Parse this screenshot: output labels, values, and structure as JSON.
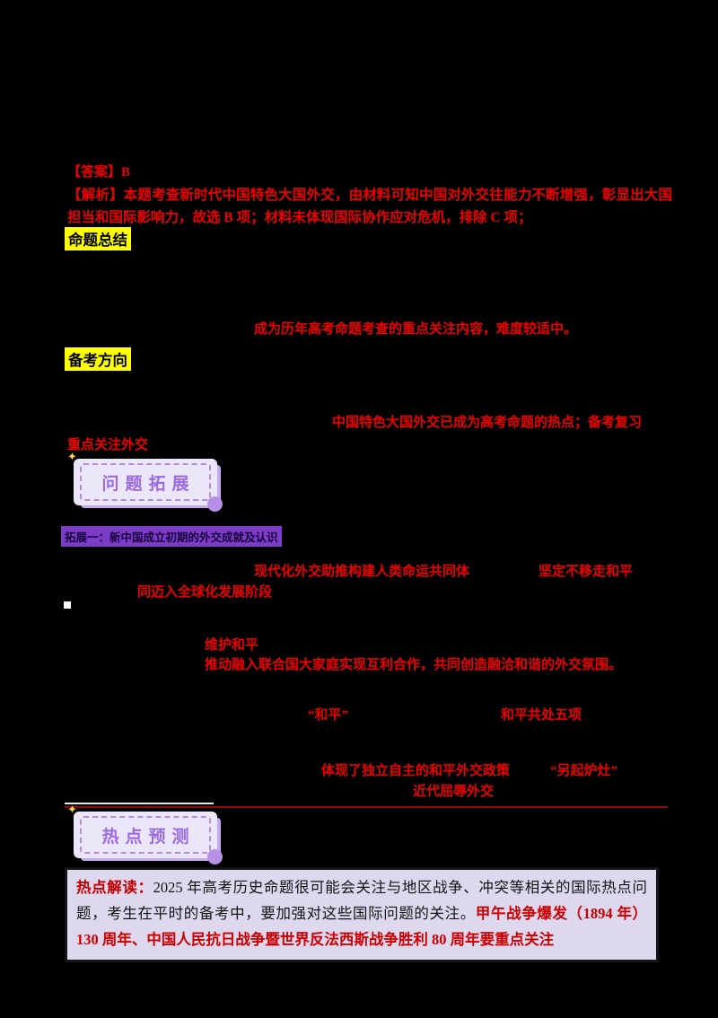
{
  "colors": {
    "page_bg": "#000000",
    "accent_red": "#ee0000",
    "dark_red": "#c00000",
    "highlight_yellow": "#ffff00",
    "badge_purple": "#9b6ce0",
    "purple_bar_bg": "#7d3cc8",
    "hotspot_box_bg": "#ded8ef"
  },
  "answer": {
    "text": "【答案】B"
  },
  "analysis": {
    "text": "【解析】本题考查新时代中国特色大国外交，由材料可知中国对外交往能力不断增强，彰显出大国担当和国际影响力，故选 B 项；材料未体现国际协作应对危机，排除 C 项；"
  },
  "section_labels": {
    "summary": "命题总结",
    "direction": "备考方向"
  },
  "summary": {
    "highlight": "成为历年高考命题考查的重点关注内容，难度较适中。"
  },
  "direction": {
    "highlight1": "中国特色大国外交已成为高考命题的热点；备考复习",
    "highlight2": "重点关注外交"
  },
  "badges": {
    "expand": "问题拓展",
    "predict": "热点预测"
  },
  "expand": {
    "heading": "拓展一：新中国成立初期的外交成就及认识",
    "fragments": {
      "f1": "现代化外交助推构建人类命运共同体",
      "f2": "坚定不移走和平",
      "f3": "同迈入全球化发展阶段",
      "f4": "维护和平",
      "f5": "推动融入联合国大家庭实现互利合作，共同创造融洽和谐的外交氛围。",
      "f6": "“和平”",
      "f7": "和平共处五项",
      "f8": "体现了独立自主的和平外交政策",
      "f9": "“另起炉灶”",
      "f10": "近代屈辱外交"
    }
  },
  "hotspot": {
    "label": "热点解读：",
    "body": "2025 年高考历史命题很可能会关注与地区战争、冲突等相关的国际热点问题，考生在平时的备考中，要加强对这些国际问题的关注。",
    "emphasis": "甲午战争爆发（1894 年）130 周年、中国人民抗日战争暨世界反法西斯战争胜利 80 周年要重点关注"
  }
}
